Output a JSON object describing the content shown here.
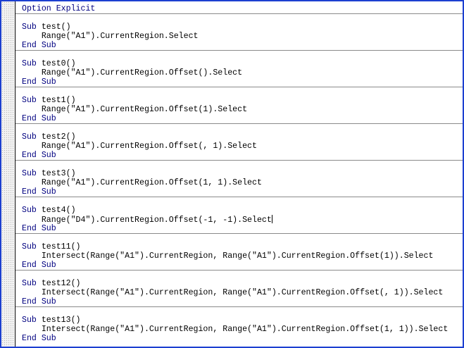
{
  "editor": {
    "header": {
      "keyword": "Option Explicit"
    },
    "keywords": {
      "sub": "Sub",
      "end_sub": "End Sub"
    },
    "indent": "    ",
    "procedures": [
      {
        "name": "test()",
        "body": "Range(\"A1\").CurrentRegion.Select"
      },
      {
        "name": "test0()",
        "body": "Range(\"A1\").CurrentRegion.Offset().Select"
      },
      {
        "name": "test1()",
        "body": "Range(\"A1\").CurrentRegion.Offset(1).Select"
      },
      {
        "name": "test2()",
        "body": "Range(\"A1\").CurrentRegion.Offset(, 1).Select"
      },
      {
        "name": "test3()",
        "body": "Range(\"A1\").CurrentRegion.Offset(1, 1).Select"
      },
      {
        "name": "test4()",
        "body": "Range(\"D4\").CurrentRegion.Offset(-1, -1).Select",
        "has_cursor": true
      },
      {
        "name": "test11()",
        "body": "Intersect(Range(\"A1\").CurrentRegion, Range(\"A1\").CurrentRegion.Offset(1)).Select"
      },
      {
        "name": "test12()",
        "body": "Intersect(Range(\"A1\").CurrentRegion, Range(\"A1\").CurrentRegion.Offset(, 1)).Select"
      },
      {
        "name": "test13()",
        "body": "Intersect(Range(\"A1\").CurrentRegion, Range(\"A1\").CurrentRegion.Offset(1, 1)).Select"
      }
    ]
  }
}
